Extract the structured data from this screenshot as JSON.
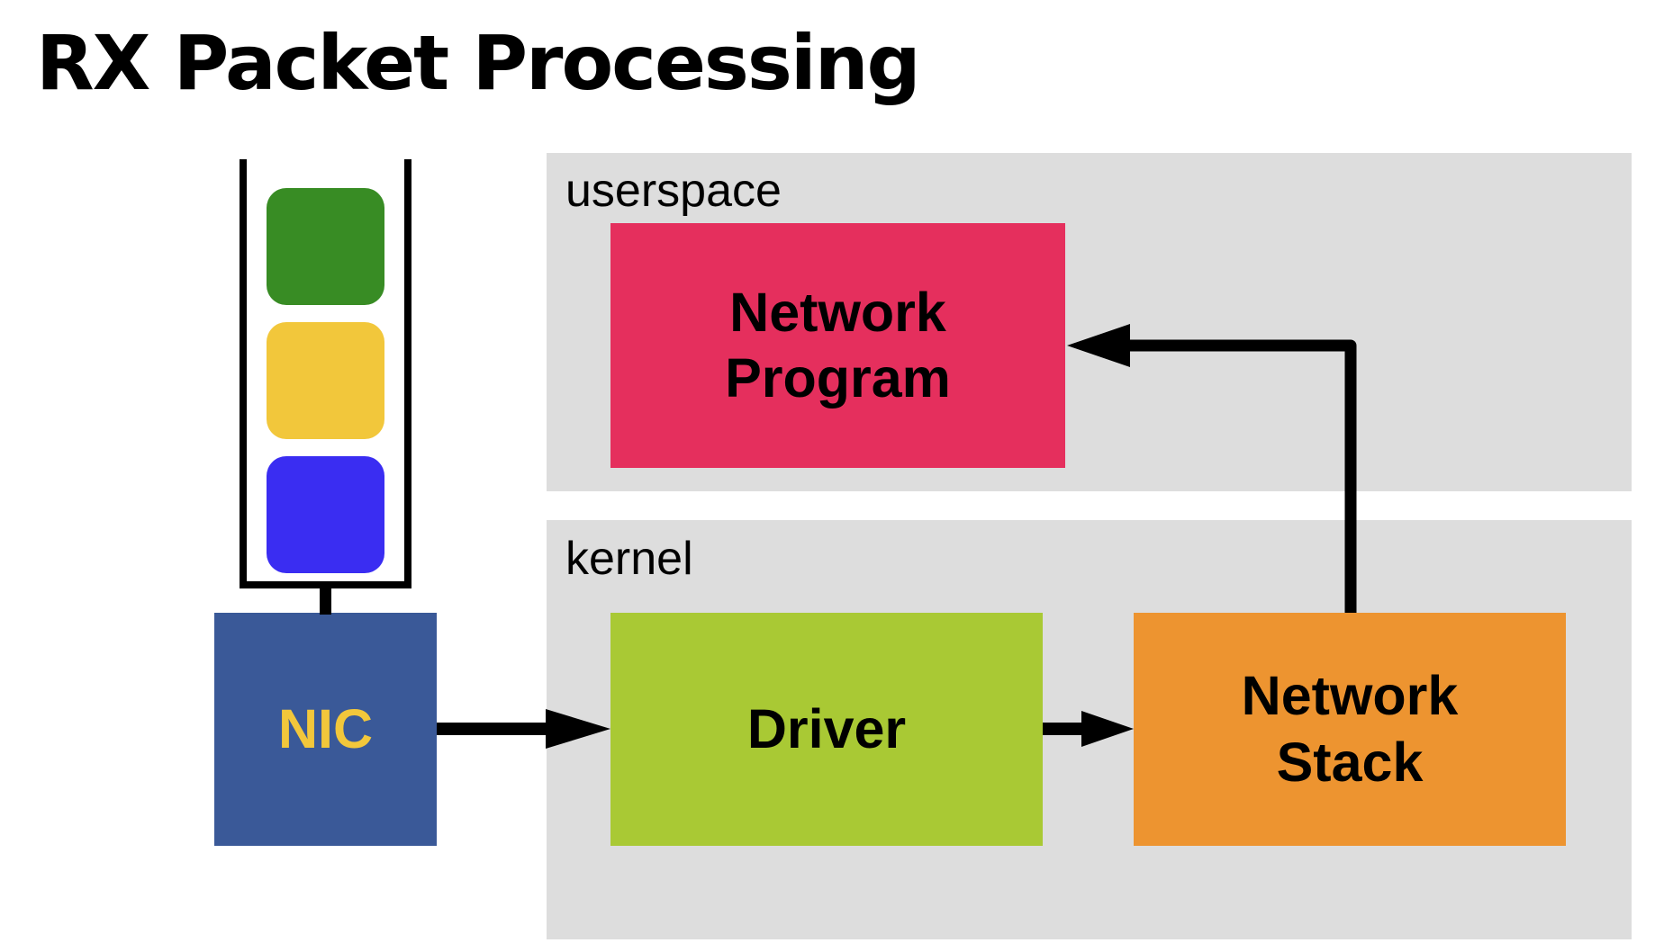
{
  "title": "RX Packet Processing",
  "regions": {
    "userspace": {
      "label": "userspace"
    },
    "kernel": {
      "label": "kernel"
    }
  },
  "blocks": {
    "network_program": {
      "lines": [
        "Network",
        "Program"
      ],
      "color": "#e52f5d"
    },
    "nic": {
      "label": "NIC",
      "color": "#3a5998",
      "text_color": "#f2c73b"
    },
    "driver": {
      "label": "Driver",
      "color": "#a9c934"
    },
    "network_stack": {
      "lines": [
        "Network",
        "Stack"
      ],
      "color": "#ed9430"
    }
  },
  "queue": {
    "slots": [
      {
        "color": "#388c24"
      },
      {
        "color": "#f2c73b"
      },
      {
        "color": "#3a2df2"
      }
    ]
  },
  "colors": {
    "region_fill": "#dddddd",
    "arrow": "#000000",
    "text": "#000000"
  }
}
